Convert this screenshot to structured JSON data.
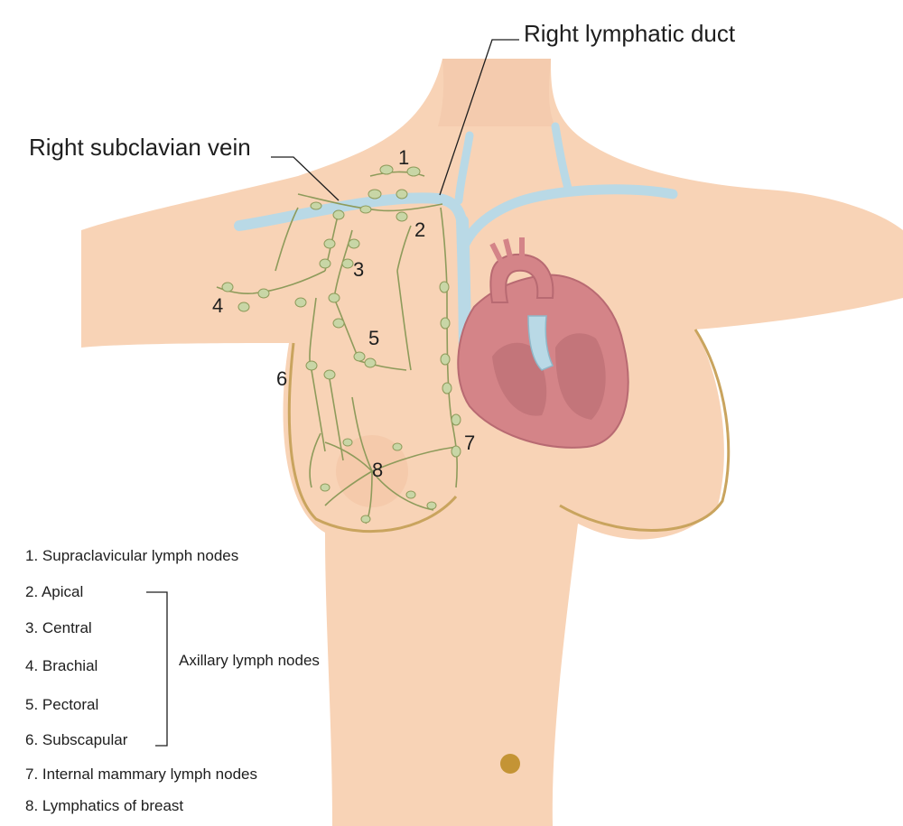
{
  "callouts": {
    "right_lymphatic_duct": "Right lymphatic duct",
    "right_subclavian_vein": "Right subclavian vein"
  },
  "numbers": [
    "1",
    "2",
    "3",
    "4",
    "5",
    "6",
    "7",
    "8"
  ],
  "legend": {
    "items": [
      "1. Supraclavicular lymph nodes",
      "2. Apical",
      "3. Central",
      "4. Brachial",
      "5. Pectoral",
      "6. Subscapular",
      "7. Internal mammary lymph nodes",
      "8. Lymphatics of breast"
    ],
    "group_label": "Axillary lymph nodes"
  },
  "colors": {
    "skin": "#f8d3b6",
    "skin_outline": "#c9a45e",
    "vein": "#b9d9e6",
    "lymph": "#8e9b5b",
    "node": "#c8d6a6",
    "heart": "#d48488",
    "heart_dark": "#b86a72",
    "navel": "#c49435"
  }
}
